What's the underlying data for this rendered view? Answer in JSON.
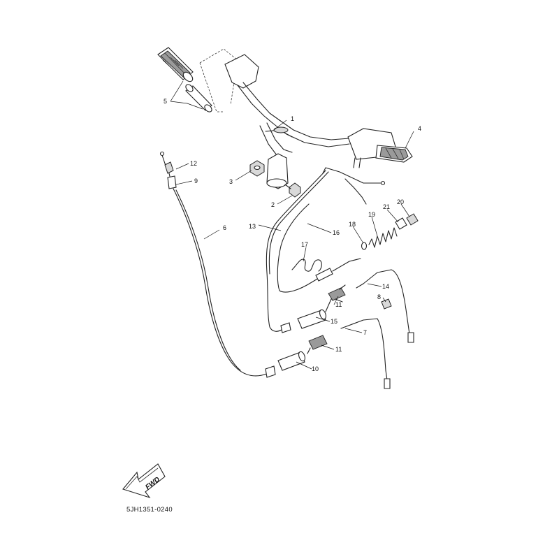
{
  "diagram": {
    "part_labels": [
      "1",
      "2",
      "3",
      "4",
      "5",
      "6",
      "7",
      "8",
      "9",
      "10",
      "11",
      "11",
      "12",
      "13",
      "14",
      "15",
      "16",
      "17",
      "18",
      "19",
      "20",
      "21"
    ],
    "direction_label": "FWD",
    "drawing_code": "5JH1351-0240"
  }
}
